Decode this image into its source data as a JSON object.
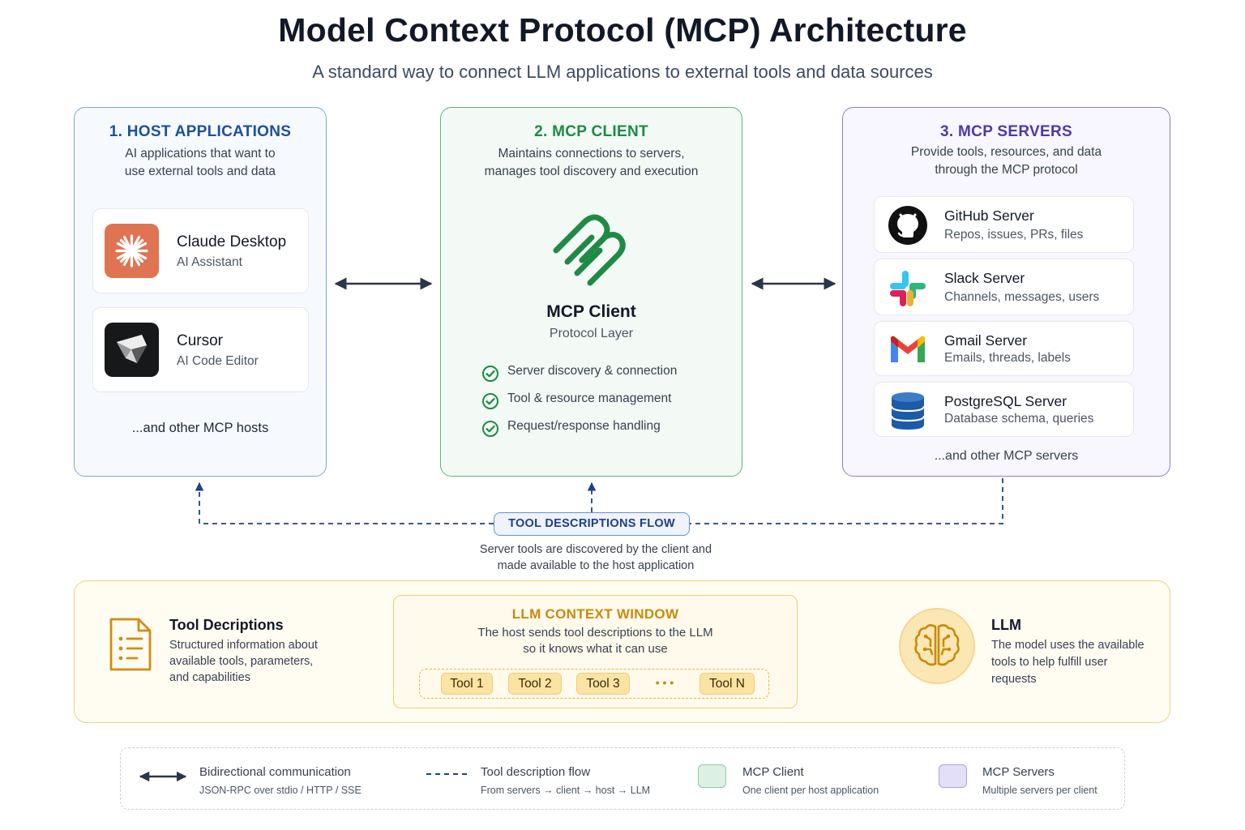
{
  "header": {
    "title": "Model Context Protocol (MCP) Architecture",
    "subtitle": "A standard way to connect LLM applications to external tools and data sources"
  },
  "host": {
    "title": "1. HOST APPLICATIONS",
    "desc_line1": "AI applications that want to",
    "desc_line2": "use external tools and data",
    "apps": [
      {
        "name": "Claude Desktop",
        "subtitle": "AI Assistant",
        "icon": "claude-logo-icon"
      },
      {
        "name": "Cursor",
        "subtitle": "AI Code Editor",
        "icon": "cursor-logo-icon"
      }
    ],
    "more": "...and other MCP hosts"
  },
  "client": {
    "title": "2. MCP CLIENT",
    "desc_line1": "Maintains connections to servers,",
    "desc_line2": "manages tool discovery and execution",
    "name": "MCP Client",
    "layer": "Protocol Layer",
    "icon": "mcp-logo-icon",
    "features": [
      "Server discovery & connection",
      "Tool & resource management",
      "Request/response handling"
    ]
  },
  "servers": {
    "title": "3. MCP SERVERS",
    "desc_line1": "Provide tools, resources, and data",
    "desc_line2": "through the MCP protocol",
    "items": [
      {
        "name": "GitHub Server",
        "subtitle": "Repos, issues, PRs, files",
        "icon": "github-icon"
      },
      {
        "name": "Slack Server",
        "subtitle": "Channels, messages, users",
        "icon": "slack-icon"
      },
      {
        "name": "Gmail Server",
        "subtitle": "Emails, threads, labels",
        "icon": "gmail-icon"
      },
      {
        "name": "PostgreSQL Server",
        "subtitle": "Database schema, queries",
        "icon": "database-icon"
      }
    ],
    "more": "...and other MCP servers"
  },
  "flow": {
    "badge": "TOOL DESCRIPTIONS FLOW",
    "desc_line1": "Server tools are discovered by the client and",
    "desc_line2": "made available to the host application"
  },
  "bottom": {
    "tool_desc": {
      "title": "Tool Decriptions",
      "line1": "Structured information about",
      "line2": "available tools, parameters,",
      "line3": "and capabilities"
    },
    "context": {
      "title": "LLM CONTEXT WINDOW",
      "line1": "The host sends tool descriptions to the LLM",
      "line2": "so it knows what it can use",
      "tools": [
        "Tool 1",
        "Tool 2",
        "Tool 3",
        "Tool N"
      ],
      "ellipsis": "• • •"
    },
    "llm": {
      "title": "LLM",
      "line1": "The model uses the available",
      "line2": "tools to help fulfill user",
      "line3": "requests"
    }
  },
  "legend": {
    "items": [
      {
        "title": "Bidirectional communication",
        "sub": "JSON-RPC over stdio / HTTP / SSE"
      },
      {
        "title": "Tool description flow",
        "sub": "From servers → client → host → LLM"
      },
      {
        "title": "MCP Client",
        "sub": "One client per host application"
      },
      {
        "title": "MCP Servers",
        "sub": "Multiple servers per client"
      }
    ]
  },
  "colors": {
    "host_accent": "#1e4f9c",
    "client_accent": "#1e8a44",
    "servers_accent": "#4b3aa8",
    "flow_blue": "#1e3f8a",
    "context_gold": "#c98a0c"
  }
}
